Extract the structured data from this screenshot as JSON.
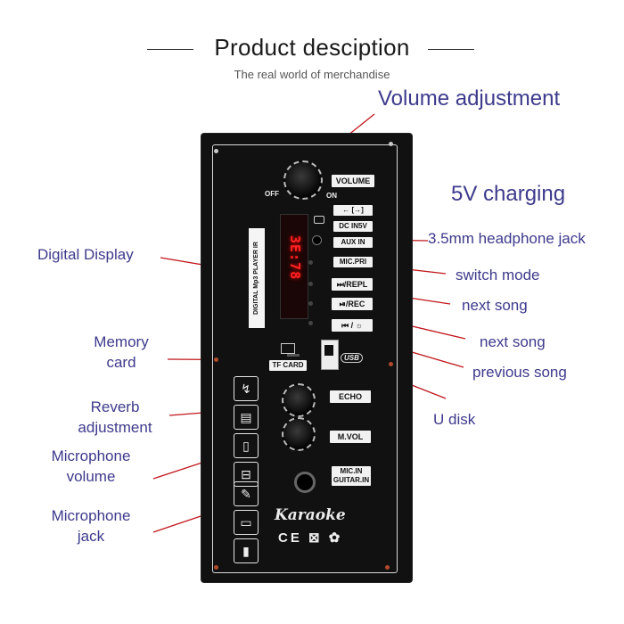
{
  "header": {
    "title": "Product desciption",
    "subtitle": "The real world of merchandise"
  },
  "callouts": {
    "volume_adjustment": "Volume adjustment",
    "charging_5v": "5V charging",
    "headphone_jack": "3.5mm headphone jack",
    "switch_mode": "switch mode",
    "next_song_1": "next song",
    "next_song_2": "next song",
    "previous_song": "previous song",
    "u_disk": "U disk",
    "digital_display": "Digital Display",
    "memory_card_1": "Memory",
    "memory_card_2": "card",
    "reverb_1": "Reverb",
    "reverb_2": "adjustment",
    "mic_volume_1": "Microphone",
    "mic_volume_2": "volume",
    "mic_jack_1": "Microphone",
    "mic_jack_2": "jack"
  },
  "panel": {
    "volume_tag": "VOLUME",
    "off": "OFF",
    "on": "ON",
    "dc_tag": "DC IN5V",
    "aux_tag": "AUX IN",
    "mic_pri_tag": "MIC.PRI",
    "repl_tag": "⏭/REPL",
    "rec_tag": "⏯/REC",
    "prev_tag": "⏮ / ☼",
    "side_label": "DIGITAL Mp3 PLAYER IR",
    "display_digits": "3E:78",
    "tf_card": "TF CARD",
    "usb_label": "USB",
    "echo_tag": "ECHO",
    "mvol_tag": "M.VOL",
    "mic_in_tag": "MIC.IN",
    "guitar_in_tag": "GUITAR.IN",
    "brand": "Karaoke",
    "cert": "CE ⊠ ✿"
  },
  "colors": {
    "callout_text": "#3d3a8c",
    "leader_line": "#c0161b",
    "panel": "#111111",
    "display_led": "#ff2222"
  },
  "icons": [
    "bluetooth-icon",
    "fm-radio-icon",
    "device-icon",
    "usb-stick-icon",
    "microphone-icon",
    "phone-icon",
    "battery-icon"
  ]
}
